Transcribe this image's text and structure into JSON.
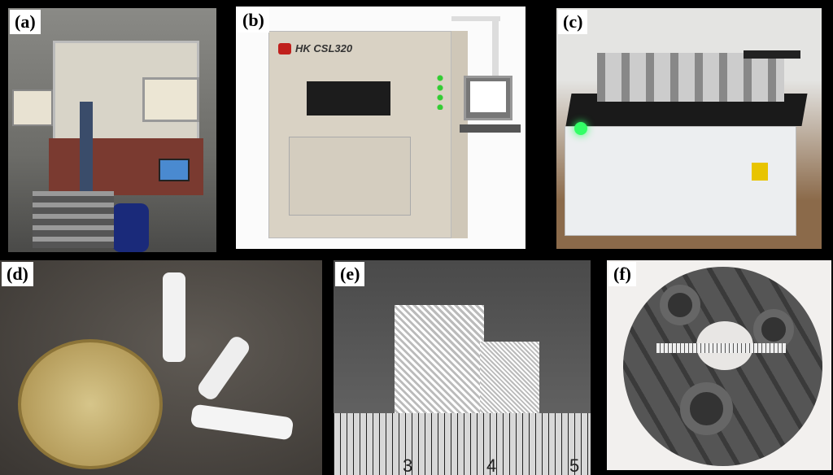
{
  "panels": [
    {
      "label": "(a)"
    },
    {
      "label": "(b)",
      "machine_name": "HK CSL320"
    },
    {
      "label": "(c)"
    },
    {
      "label": "(d)"
    },
    {
      "label": "(e)",
      "ruler_ticks": [
        "3",
        "4",
        "5"
      ]
    },
    {
      "label": "(f)"
    }
  ]
}
